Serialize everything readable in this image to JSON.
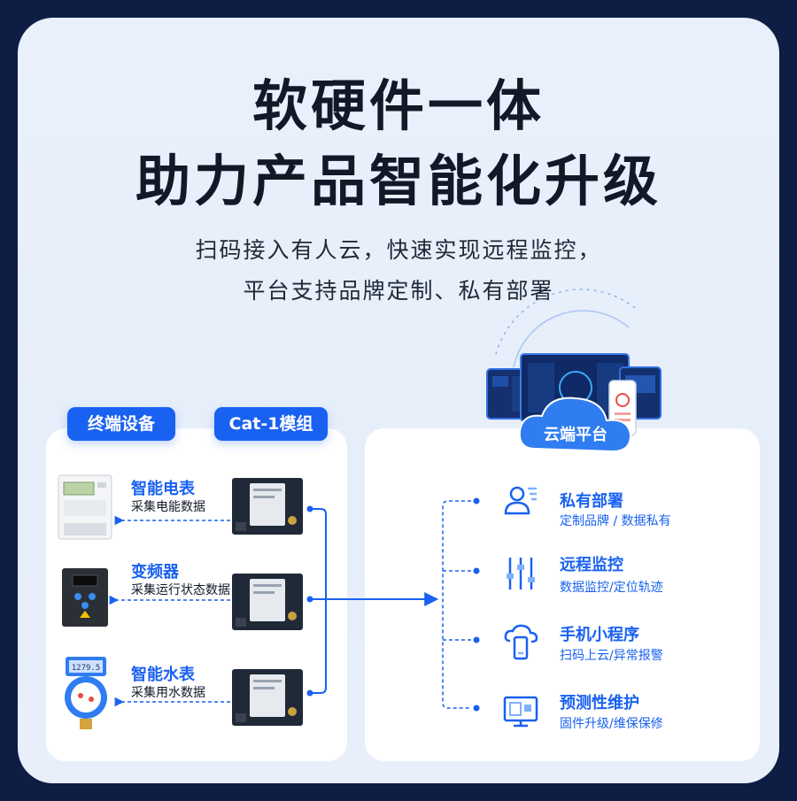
{
  "header": {
    "title_line1": "软硬件一体",
    "title_line2": "助力产品智能化升级",
    "subtitle_line1": "扫码接入有人云，快速实现远程监控，",
    "subtitle_line2": "平台支持品牌定制、私有部署"
  },
  "tags": {
    "devices": "终端设备",
    "modules": "Cat-1模组",
    "cloud": "云端平台"
  },
  "devices": [
    {
      "name": "智能电表",
      "desc": "采集电能数据"
    },
    {
      "name": "变频器",
      "desc": "采集运行状态数据"
    },
    {
      "name": "智能水表",
      "desc": "采集用水数据"
    }
  ],
  "meters": {
    "water_reading": "1279.5"
  },
  "services": [
    {
      "title": "私有部署",
      "desc": "定制品牌 / 数据私有",
      "icon": "user-shield-icon"
    },
    {
      "title": "远程监控",
      "desc": "数据监控/定位轨迹",
      "icon": "sliders-icon"
    },
    {
      "title": "手机小程序",
      "desc": "扫码上云/异常报警",
      "icon": "phone-cloud-icon"
    },
    {
      "title": "预测性维护",
      "desc": "固件升级/维保保修",
      "icon": "monitor-box-icon"
    }
  ],
  "colors": {
    "accent": "#1961f0",
    "title": "#111827",
    "background": "#e8effa",
    "frame": "#0d1d44"
  }
}
